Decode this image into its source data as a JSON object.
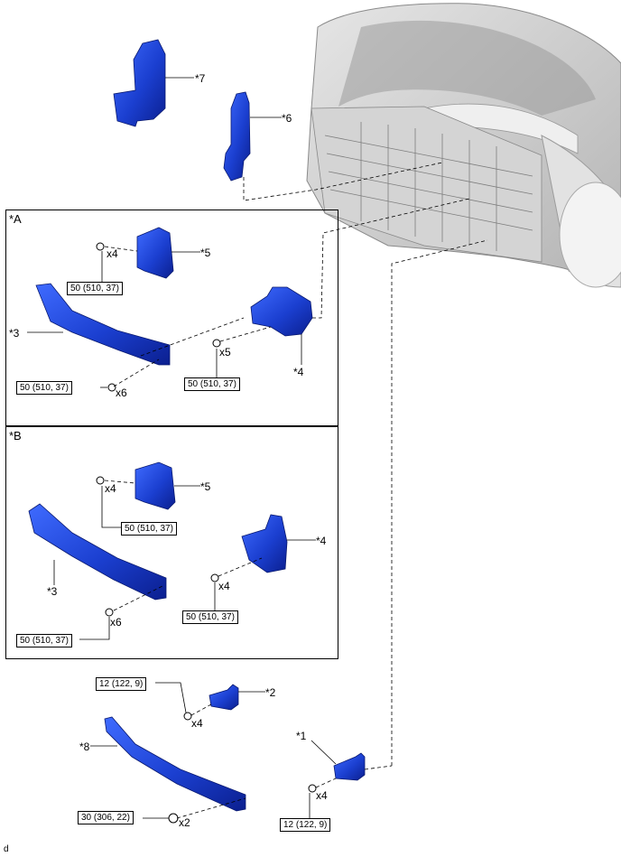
{
  "callouts": {
    "p7": "*7",
    "p6": "*6",
    "groupA": "*A",
    "groupB": "*B",
    "p5a": "*5",
    "p3a": "*3",
    "p4a": "*4",
    "p5b": "*5",
    "p3b": "*3",
    "p4b": "*4",
    "p2": "*2",
    "p8": "*8",
    "p1": "*1"
  },
  "quantities": {
    "a_bracket_bolts": "x4",
    "a_reinf_bolts": "x6",
    "a_mount_bolts": "x5",
    "b_bracket_bolts": "x4",
    "b_reinf_bolts": "x6",
    "b_mount_bolts": "x4",
    "p2_bolts": "x4",
    "p8_nuts": "x2",
    "p1_bolts": "x4"
  },
  "torques": {
    "a_bracket": "50 (510, 37)",
    "a_reinf": "50 (510, 37)",
    "a_mount": "50 (510, 37)",
    "b_bracket": "50 (510, 37)",
    "b_mount": "50 (510, 37)",
    "b_reinf": "50 (510, 37)",
    "p2": "12 (122, 9)",
    "p8": "30 (306, 22)",
    "p1": "12 (122, 9)"
  },
  "footer": {
    "code": "d"
  },
  "colors": {
    "part_blue": "#1b3fd0",
    "part_dark": "#0b1f8f",
    "car_gray": "#c9c9c9"
  }
}
